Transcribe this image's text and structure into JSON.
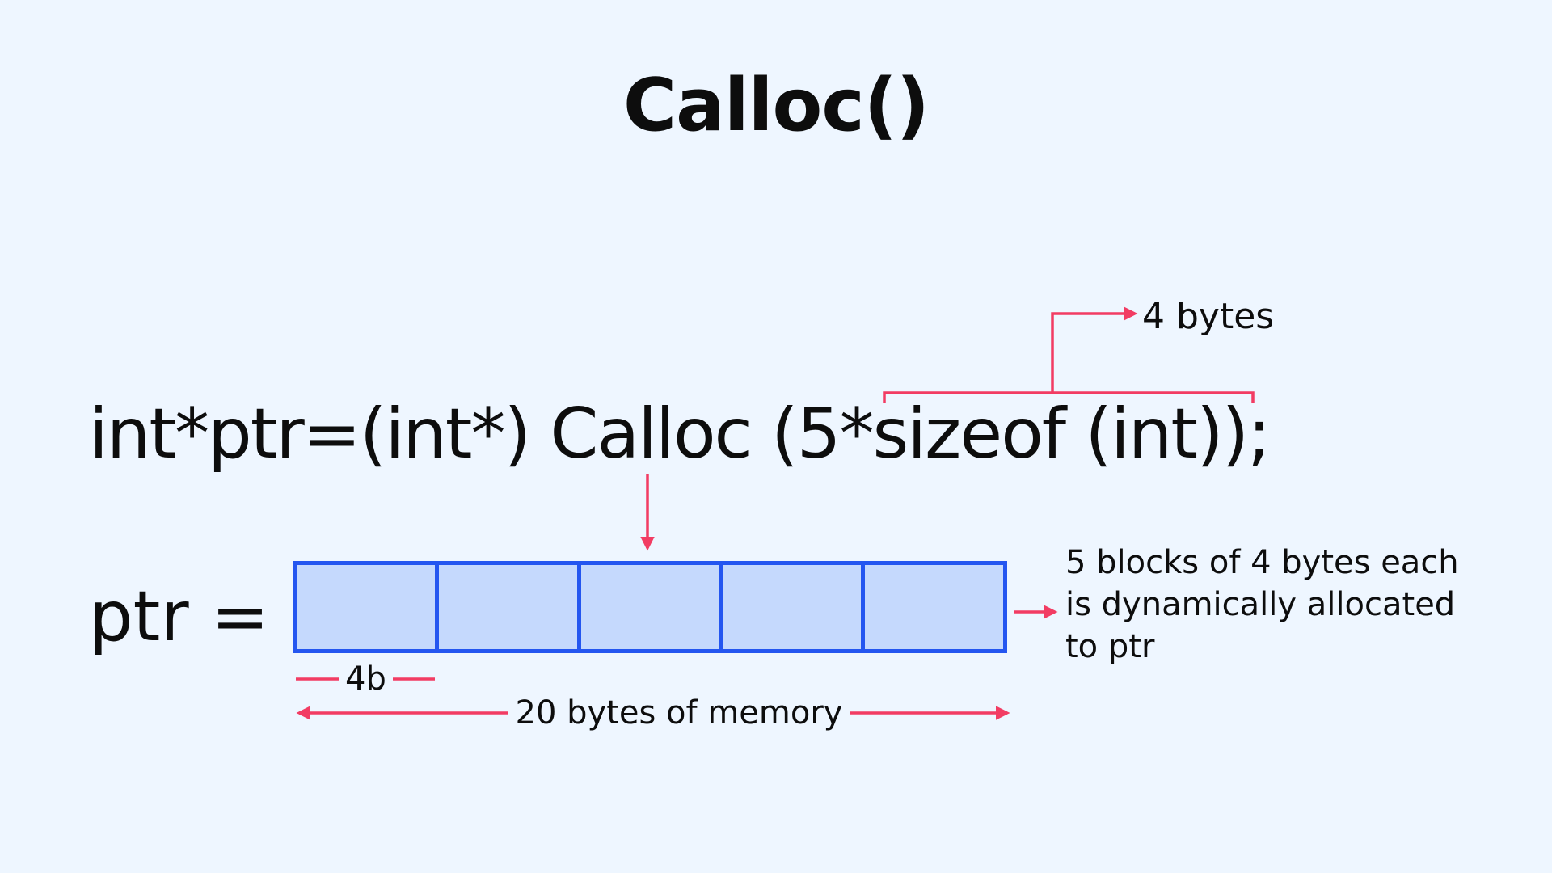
{
  "title": "Calloc()",
  "code_line": "int*ptr=(int*) Calloc (5*sizeof (int));",
  "ptr_label": "ptr  =",
  "annotations": {
    "sizeof_result": "4 bytes",
    "block_size": "4b",
    "total_memory": "20 bytes of memory",
    "description_lines": [
      "5 blocks of 4 bytes each",
      "is dynamically allocated",
      "to ptr"
    ]
  },
  "memory": {
    "block_count": 5
  },
  "colors": {
    "background": "#eef6ff",
    "arrow": "#f23c63",
    "block_fill": "#c5d9fd",
    "block_border": "#2456f0",
    "text": "#0d0d0d"
  }
}
